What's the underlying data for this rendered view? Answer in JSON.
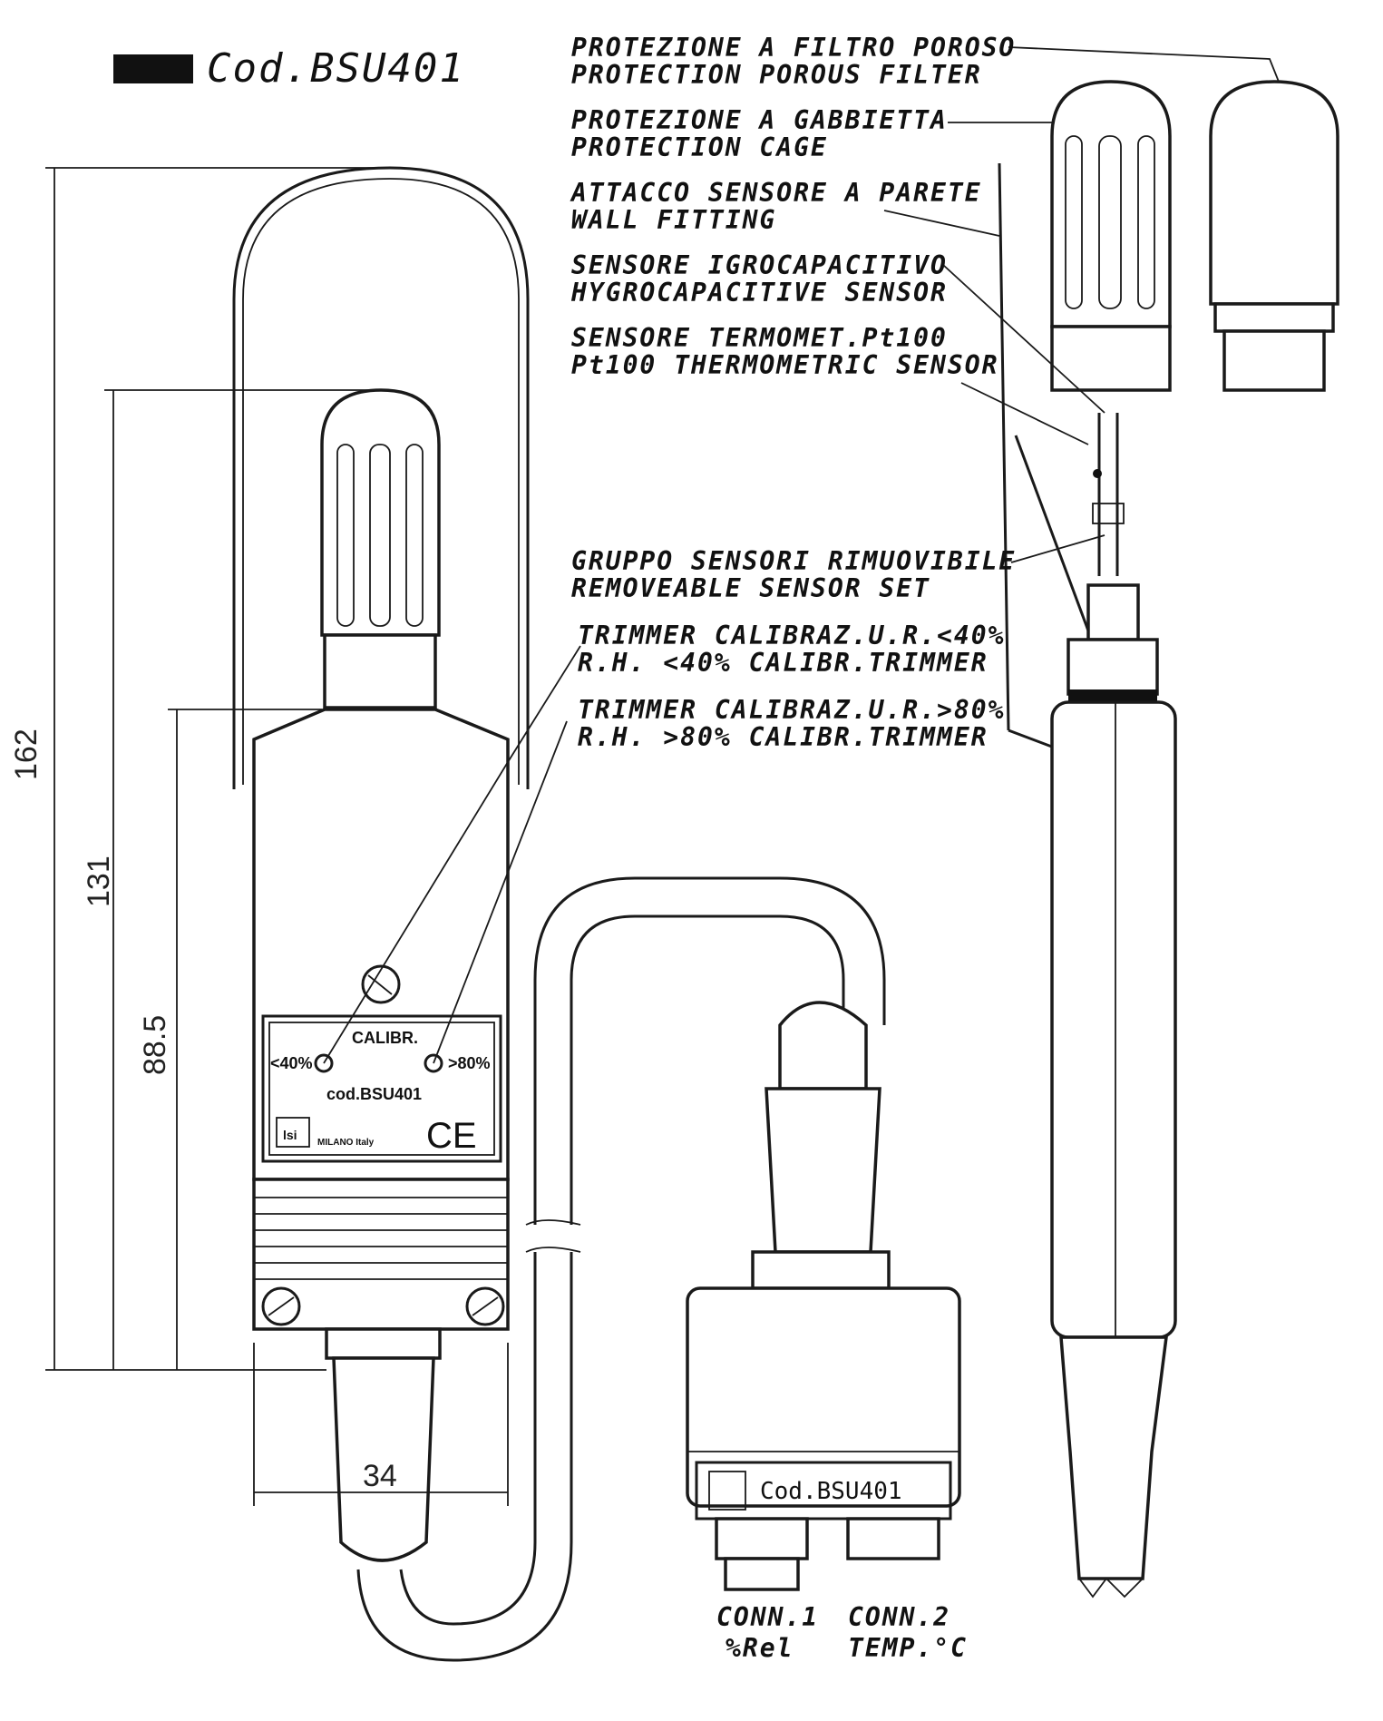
{
  "header": {
    "code_label": "Cod.BSU401"
  },
  "callouts": [
    {
      "it": "PROTEZIONE A FILTRO POROSO",
      "en": "PROTECTION POROUS FILTER"
    },
    {
      "it": "PROTEZIONE A GABBIETTA",
      "en": "PROTECTION CAGE"
    },
    {
      "it": "ATTACCO SENSORE A PARETE",
      "en": "WALL FITTING"
    },
    {
      "it": "SENSORE IGROCAPACITIVO",
      "en": "HYGROCAPACITIVE SENSOR"
    },
    {
      "it": "SENSORE TERMOMET.Pt100",
      "en": "Pt100 THERMOMETRIC SENSOR"
    },
    {
      "it": "GRUPPO SENSORI RIMUOVIBILE",
      "en": "REMOVEABLE SENSOR SET"
    },
    {
      "it": "TRIMMER CALIBRAZ.U.R.<40%",
      "en": "R.H. <40% CALIBR.TRIMMER"
    },
    {
      "it": "TRIMMER CALIBRAZ.U.R.>80%",
      "en": "R.H. >80% CALIBR.TRIMMER"
    }
  ],
  "dimensions": {
    "total": "162",
    "to_body": "131",
    "body": "88.5",
    "width": "34"
  },
  "plate": {
    "calibr": "CALIBR.",
    "low": "<40%",
    "high": ">80%",
    "code": "cod.BSU401",
    "ce": "CE",
    "origin": "MILANO Italy"
  },
  "connector": {
    "code": "Cod.BSU401",
    "logo": "lsi"
  },
  "connections": [
    {
      "name": "CONN.1",
      "desc": "%Rel"
    },
    {
      "name": "CONN.2",
      "desc": "TEMP.°C"
    }
  ]
}
